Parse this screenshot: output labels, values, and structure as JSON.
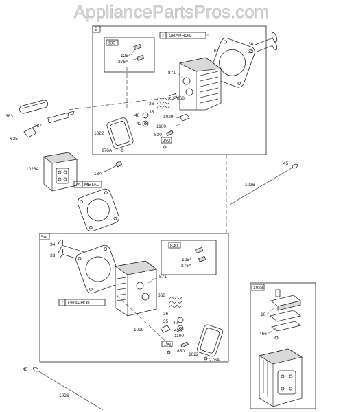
{
  "watermark": "AppliancePartsPros.com",
  "upper_group": {
    "box_label": "5",
    "sub_box_830": "830",
    "graphoil_tag_num": "7",
    "graphoil_tag_text": "GRAPHOIL",
    "labels": [
      "34",
      "33",
      "1254",
      "276A",
      "871",
      "868",
      "36",
      "35",
      "40",
      "42",
      "1029",
      "1100",
      "830",
      "192",
      "1022",
      "276A",
      "6"
    ]
  },
  "left_parts": {
    "labels": [
      "383",
      "337",
      "635",
      "1023A",
      "13A"
    ],
    "metal_tag_num": "7A",
    "metal_tag_text": "METAL"
  },
  "pushrod_top": {
    "labels": [
      "45",
      "1026"
    ]
  },
  "lower_group": {
    "box_label": "5A",
    "sub_box_830": "830",
    "graphoil_tag_num": "7",
    "graphoil_tag_text": "GRAPHOIL",
    "labels": [
      "34",
      "33",
      "1254",
      "276A",
      "871",
      "868",
      "36",
      "35",
      "40",
      "42",
      "1029",
      "1100",
      "830",
      "192",
      "1022",
      "276A"
    ]
  },
  "pushrod_bottom": {
    "labels": [
      "45",
      "1026"
    ]
  },
  "inset_1023": {
    "box_label": "1023",
    "labels": [
      "10",
      "466"
    ]
  }
}
